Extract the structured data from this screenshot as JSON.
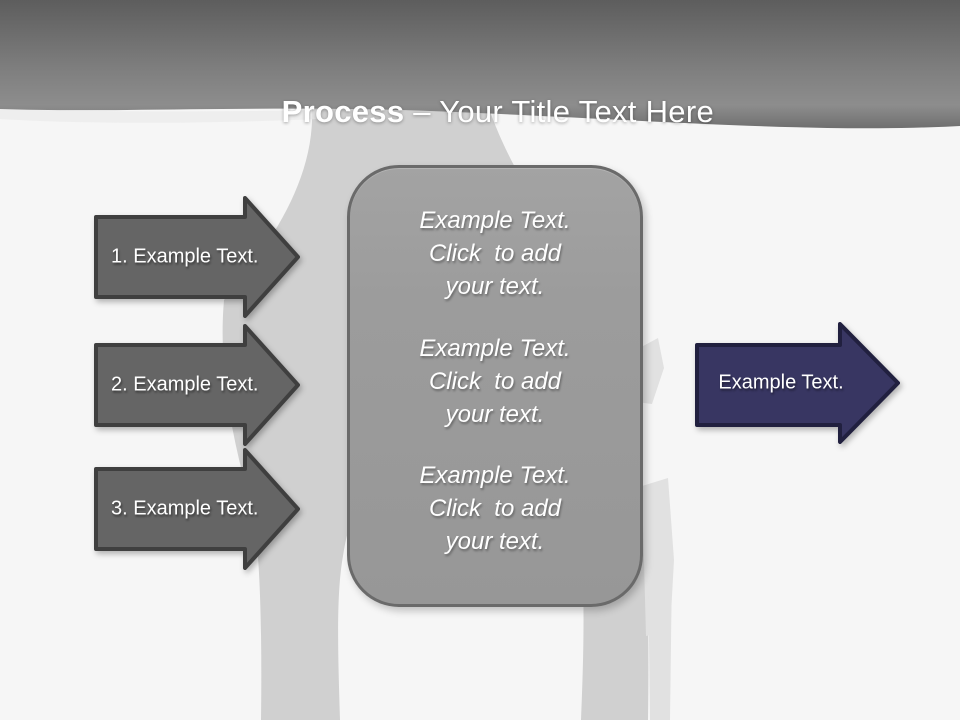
{
  "slide": {
    "header": {
      "title_emphasis": "Process",
      "title_separator": " – ",
      "title_rest": "Your Title Text Here"
    },
    "left_arrows": [
      {
        "label": "1. Example Text."
      },
      {
        "label": "2. Example Text."
      },
      {
        "label": "3. Example Text."
      }
    ],
    "center_box": {
      "blocks": [
        {
          "line1": "Example Text.",
          "line2": "Click  to add",
          "line3": "your text."
        },
        {
          "line1": "Example Text.",
          "line2": "Click  to add",
          "line3": "your text."
        },
        {
          "line1": "Example Text.",
          "line2": "Click  to add",
          "line3": "your text."
        }
      ]
    },
    "right_arrow": {
      "label": "Example Text."
    },
    "colors": {
      "band_top": "#5d5d5d",
      "band_mid": "#7f7f7f",
      "band_light": "#8d8d8d",
      "band_edge": "#6f6f6f",
      "background": "#f6f6f6",
      "silhouette": "#d0d0d0",
      "silhouette_faint": "#e1e1e1",
      "arrow_gray_fill": "#656565",
      "arrow_gray_stroke": "#3f3f3f",
      "arrow_navy_fill": "#383662",
      "arrow_navy_stroke": "#21203f",
      "box_fill": "#9c9c9c",
      "box_border": "#6a6a6a",
      "text_white": "#ffffff"
    }
  }
}
